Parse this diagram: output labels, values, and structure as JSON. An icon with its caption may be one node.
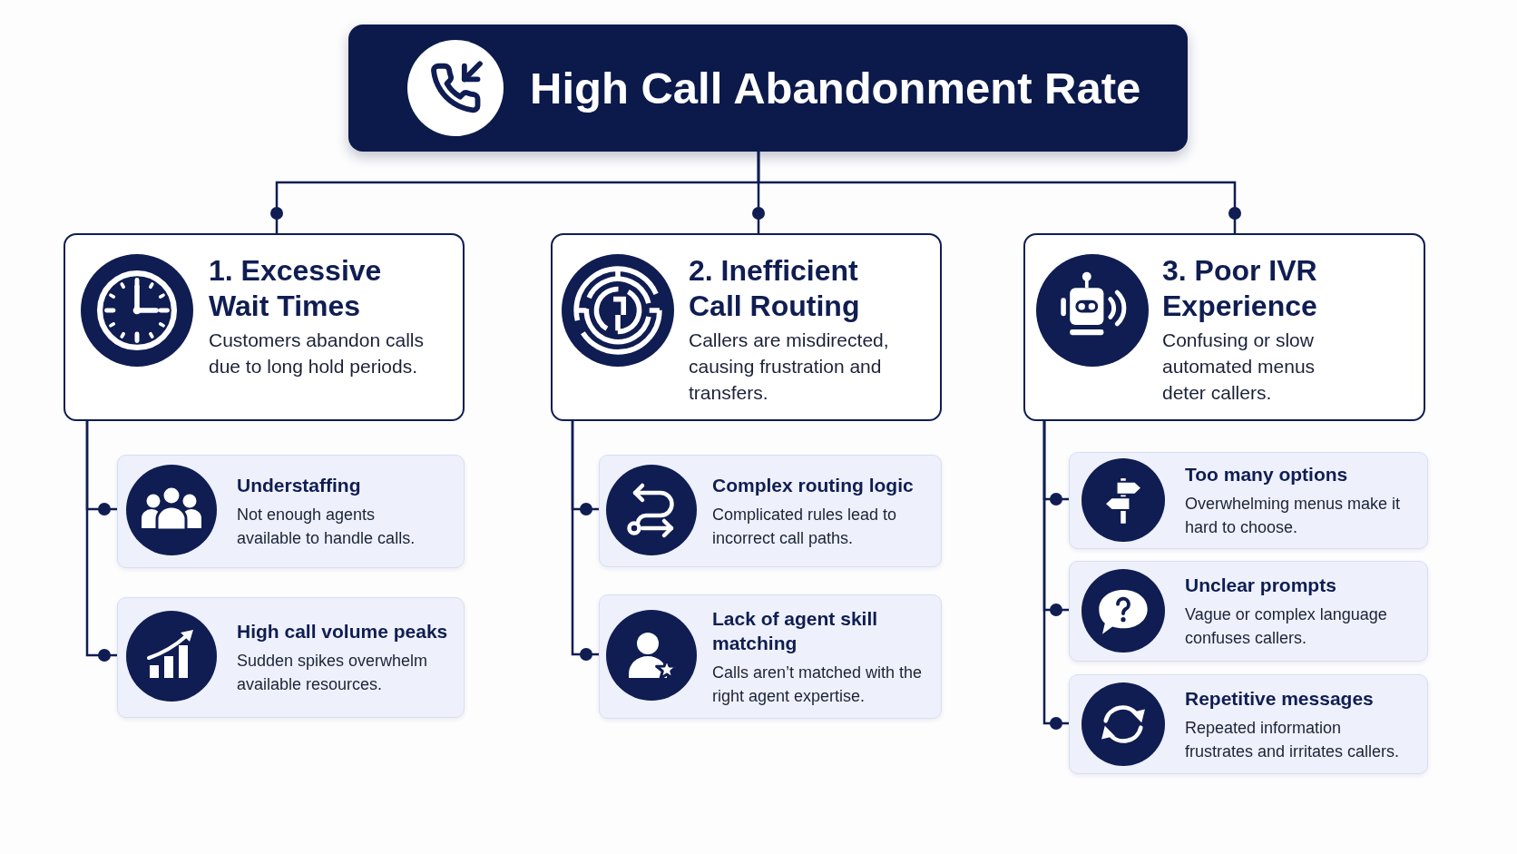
{
  "diagram": {
    "nodes": [
      {
        "text": [
          "High Call Abandonment Rate"
        ]
      },
      {
        "text": [
          "1. Excessive Wait Times",
          "Customers abandon calls due to long hold periods."
        ]
      },
      {
        "text": [
          "2. Inefficient Call Routing",
          "Callers are misdirected, causing frustration and transfers."
        ]
      },
      {
        "text": [
          "3. Poor IVR Experience",
          "Confusing or slow automated menus deter callers."
        ]
      },
      {
        "text": [
          "Understaffing",
          "Not enough agents available to handle calls."
        ]
      },
      {
        "text": [
          "High call volume peaks",
          "Sudden spikes overwhelm available resources."
        ]
      },
      {
        "text": [
          "Complex routing logic",
          "Complicated rules lead to incorrect call paths."
        ]
      },
      {
        "text": [
          "Lack of agent skill matching",
          "Calls aren’t matched with the right agent expertise."
        ]
      },
      {
        "text": [
          "Too many options",
          "Overwhelming menus make it hard to choose."
        ]
      },
      {
        "text": [
          "Unclear prompts",
          "Vague or complex language confuses callers."
        ]
      },
      {
        "text": [
          "Repetitive messages",
          "Repeated information frustrates and irritates callers."
        ]
      }
    ],
    "edges": [
      {
        "from": 0,
        "to": 1,
        "arrow": "other"
      },
      {
        "from": 0,
        "to": 2,
        "arrow": "other"
      },
      {
        "from": 0,
        "to": 3,
        "arrow": "other"
      },
      {
        "from": 1,
        "to": 4,
        "arrow": "other"
      },
      {
        "from": 1,
        "to": 5,
        "arrow": "other"
      },
      {
        "from": 2,
        "to": 6,
        "arrow": "other"
      },
      {
        "from": 2,
        "to": 7,
        "arrow": "other"
      },
      {
        "from": 3,
        "to": 8,
        "arrow": "other"
      },
      {
        "from": 3,
        "to": 9,
        "arrow": "other"
      },
      {
        "from": 3,
        "to": 10,
        "arrow": "other"
      }
    ]
  }
}
